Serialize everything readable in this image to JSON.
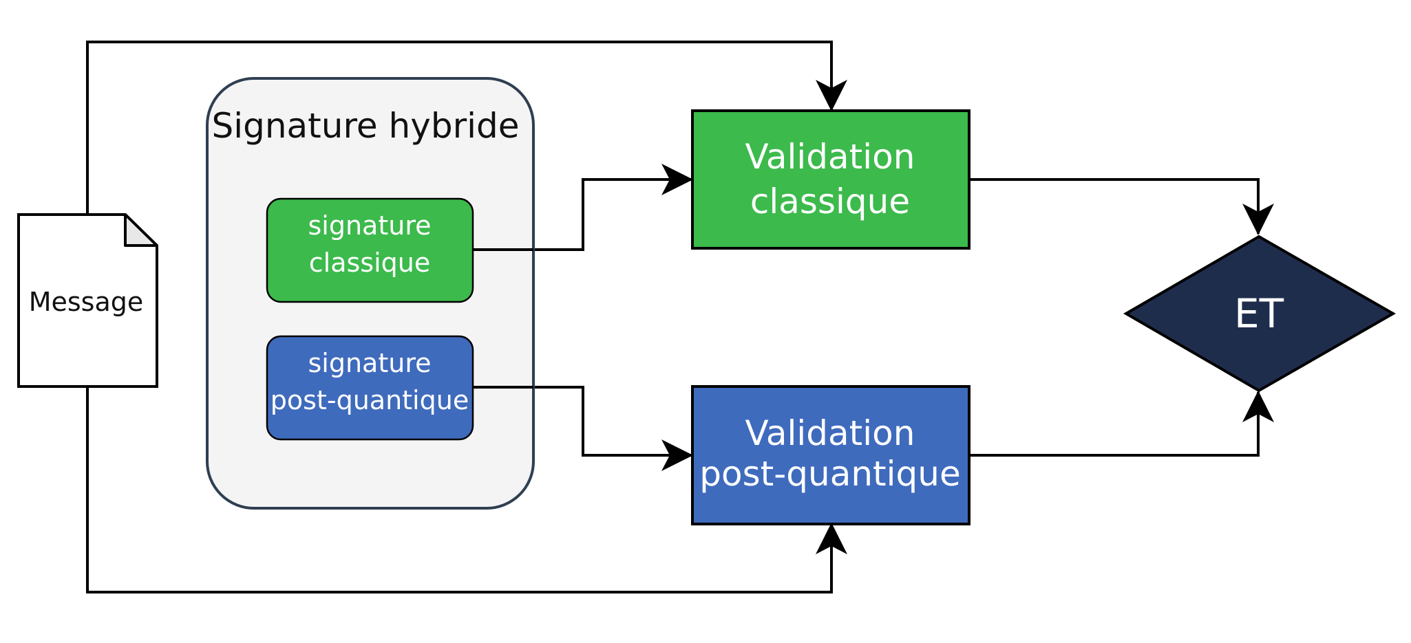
{
  "colors": {
    "classic_green": "#3cba4c",
    "postquantum_blue": "#3f6bbd",
    "and_gate_navy": "#1f2d4d",
    "container_fill": "#f4f4f4",
    "container_border": "#2f3f52",
    "line": "#000000",
    "text_light": "#ffffff",
    "text_dark": "#111111"
  },
  "message": {
    "label": "Message",
    "icon": "document-icon"
  },
  "hybrid_signature": {
    "title": "Signature hybride",
    "classic": {
      "line1": "signature",
      "line2": "classique"
    },
    "postquantum": {
      "line1": "signature",
      "line2": "post-quantique"
    }
  },
  "validation": {
    "classic": {
      "line1": "Validation",
      "line2": "classique"
    },
    "postquantum": {
      "line1": "Validation",
      "line2": "post-quantique"
    }
  },
  "and_gate": {
    "label": "ET"
  }
}
